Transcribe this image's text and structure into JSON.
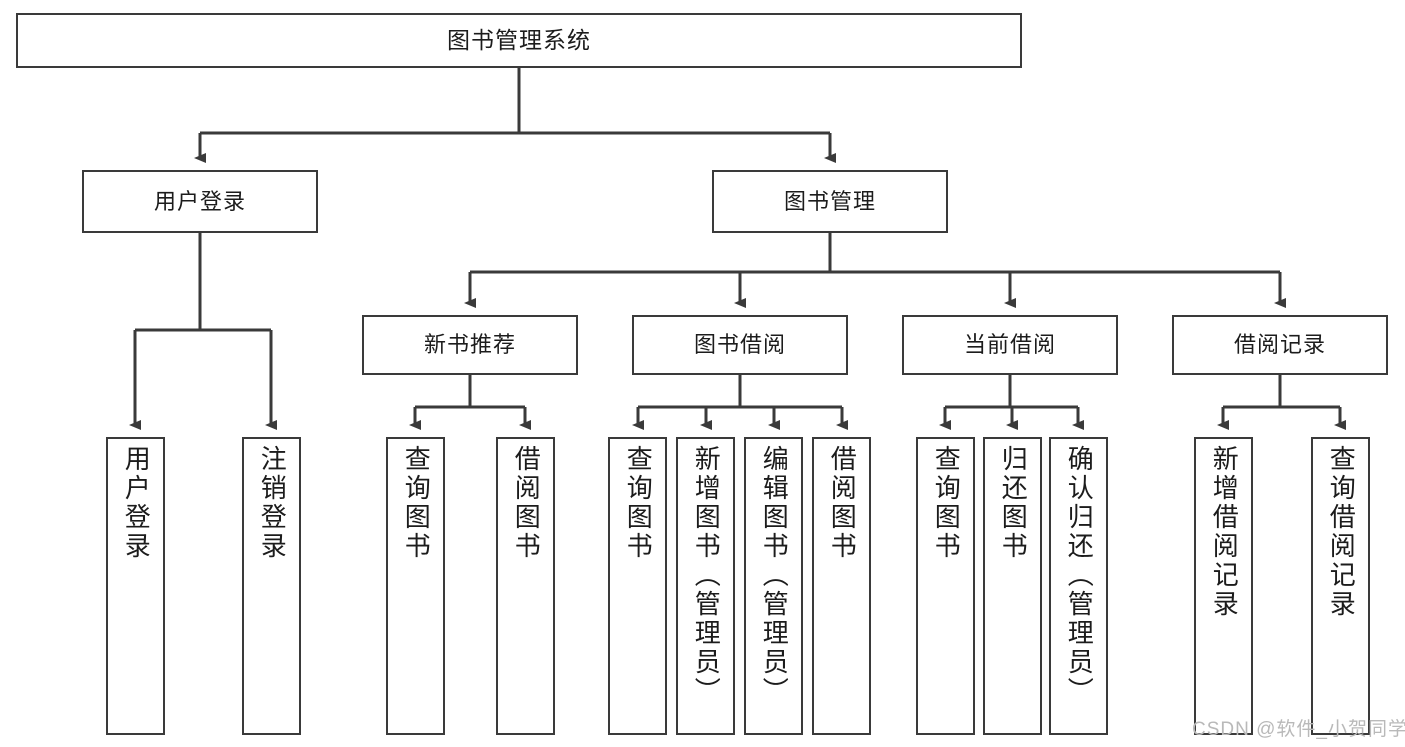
{
  "diagram": {
    "title": "图书管理系统",
    "watermark": "CSDN @软件_小贺同学",
    "line_color": "#3a3a3a",
    "box_fill": "#ffffff",
    "text_color": "#1c1c1c",
    "root": {
      "label": "图书管理系统"
    },
    "level2": [
      {
        "label": "用户登录"
      },
      {
        "label": "图书管理"
      }
    ],
    "level3": [
      {
        "label": "新书推荐"
      },
      {
        "label": "图书借阅"
      },
      {
        "label": "当前借阅"
      },
      {
        "label": "借阅记录"
      }
    ],
    "leaves": {
      "user_login": [
        {
          "label": "用户登录"
        },
        {
          "label": "注销登录"
        }
      ],
      "new_book_recommend": [
        {
          "label": "查询图书"
        },
        {
          "label": "借阅图书"
        }
      ],
      "book_borrow": [
        {
          "label": "查询图书"
        },
        {
          "label": "新增图书（管理员）"
        },
        {
          "label": "编辑图书（管理员）"
        },
        {
          "label": "借阅图书"
        }
      ],
      "current_borrow": [
        {
          "label": "查询图书"
        },
        {
          "label": "归还图书"
        },
        {
          "label": "确认归还（管理员）"
        }
      ],
      "borrow_record": [
        {
          "label": "新增借阅记录"
        },
        {
          "label": "查询借阅记录"
        }
      ]
    }
  }
}
